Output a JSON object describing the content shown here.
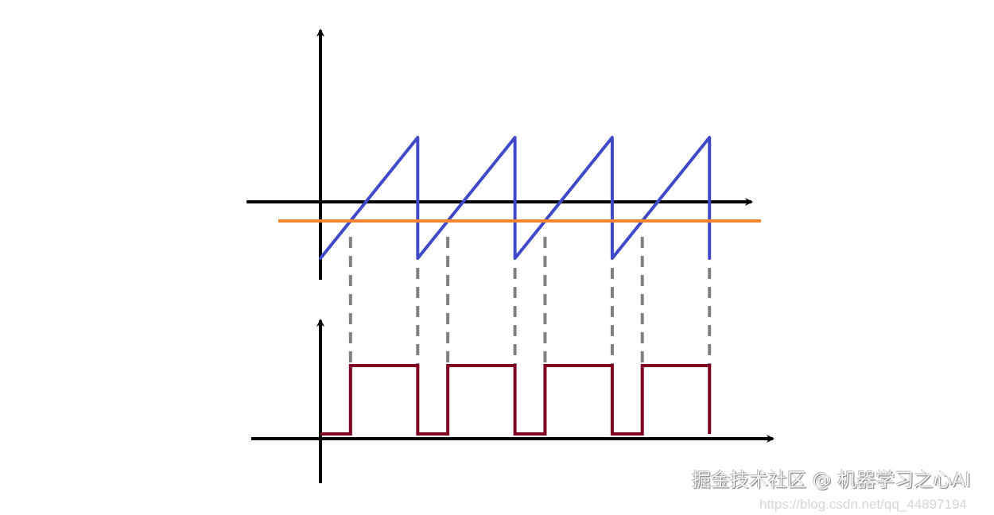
{
  "diagram": {
    "colors": {
      "axis": "#000000",
      "sawtooth": "#4049c8",
      "threshold": "#f28530",
      "pwm": "#7f0020",
      "guide": "#808080"
    },
    "periods": 4
  },
  "watermark": {
    "line1": "掘金技术社区 @ 机器学习之心AI",
    "line2": "https://blog.csdn.net/qq_44897194"
  }
}
